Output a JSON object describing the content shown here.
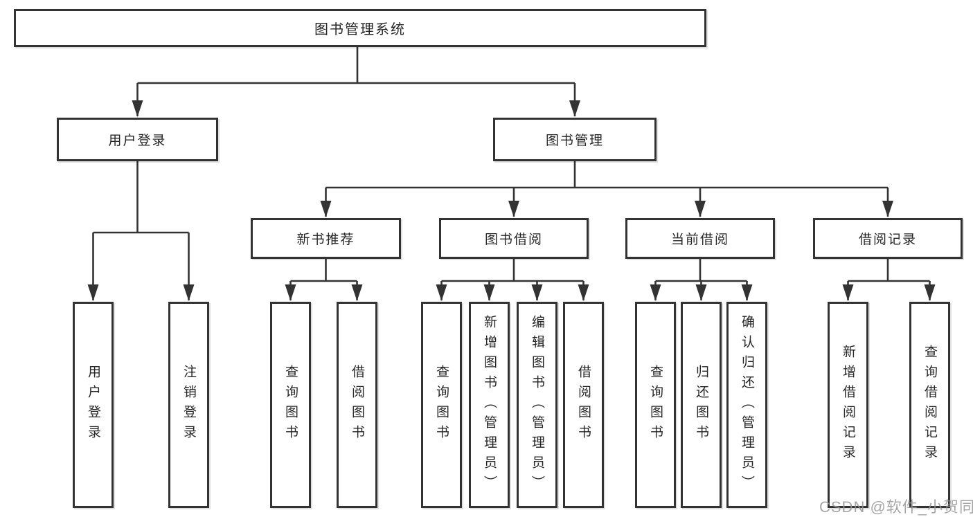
{
  "colors": {
    "line": "#333333",
    "box_border": "#333333",
    "text": "#262626",
    "background": "#ffffff",
    "watermark": "#969696"
  },
  "tree": {
    "root": {
      "label": "图书管理系统"
    },
    "branches": [
      {
        "label": "用户登录",
        "children": [
          {
            "label": "用户登录"
          },
          {
            "label": "注销登录"
          }
        ]
      },
      {
        "label": "图书管理",
        "sections": [
          {
            "label": "新书推荐",
            "children": [
              {
                "label": "查询图书"
              },
              {
                "label": "借阅图书"
              }
            ]
          },
          {
            "label": "图书借阅",
            "children": [
              {
                "label": "查询图书"
              },
              {
                "label": "新增图书（管理员）"
              },
              {
                "label": "编辑图书（管理员）"
              },
              {
                "label": "借阅图书"
              }
            ]
          },
          {
            "label": "当前借阅",
            "children": [
              {
                "label": "查询图书"
              },
              {
                "label": "归还图书"
              },
              {
                "label": "确认归还（管理员）"
              }
            ]
          },
          {
            "label": "借阅记录",
            "children": [
              {
                "label": "新增借阅记录"
              },
              {
                "label": "查询借阅记录"
              }
            ]
          }
        ]
      }
    ]
  },
  "watermark": {
    "text": "CSDN @软件_小贺同学"
  }
}
